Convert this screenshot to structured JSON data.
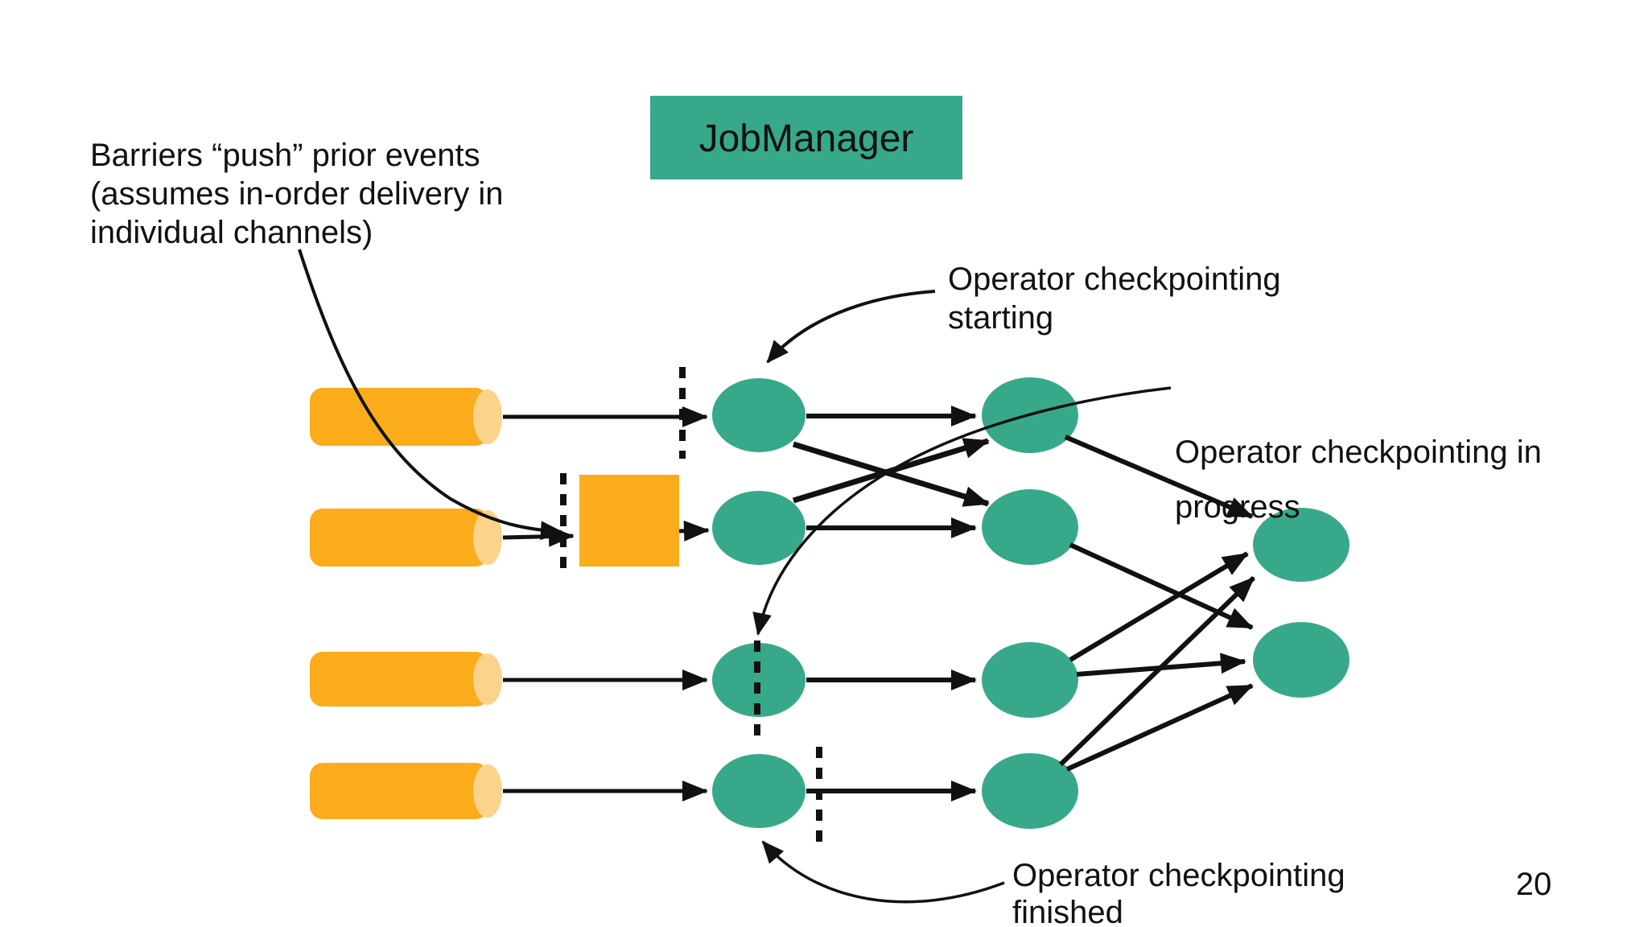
{
  "slide": {
    "page_number": "20"
  },
  "job_manager": {
    "label": "JobManager"
  },
  "annotations": {
    "barriers": {
      "line1": "Barriers “push” prior events",
      "line2": "(assumes in-order delivery in",
      "line3": "individual channels)"
    },
    "starting": {
      "line1": "Operator checkpointing",
      "line2": "starting"
    },
    "in_progress": {
      "line1": "Operator checkpointing in",
      "line2": "progress"
    },
    "finished": {
      "line1": "Operator checkpointing",
      "line2": "finished"
    }
  },
  "colors": {
    "teal": "#37A98A",
    "orange": "#FBAC1B",
    "orange_light": "#FDD28B",
    "ink": "#111111",
    "page_gray": "#8A8A8D",
    "white": "#FFFFFF"
  },
  "diagram": {
    "source_count": 4,
    "operator_columns": 2,
    "sink_count": 2,
    "barrier_count": 4,
    "edges_sources_to_col1": [
      "src1-op1",
      "src2-barrier-square-op2",
      "src3-op3",
      "src4-op4"
    ],
    "edges_col1_to_col2": [
      "E1-F1",
      "E1-F2",
      "E2-F1",
      "E2-F2",
      "E3-F3",
      "E4-F4"
    ],
    "edges_col2_to_sinks": [
      "F1-G1",
      "F2-G2",
      "F3-G1",
      "F3-G2",
      "F4-G1",
      "F4-G2"
    ]
  }
}
